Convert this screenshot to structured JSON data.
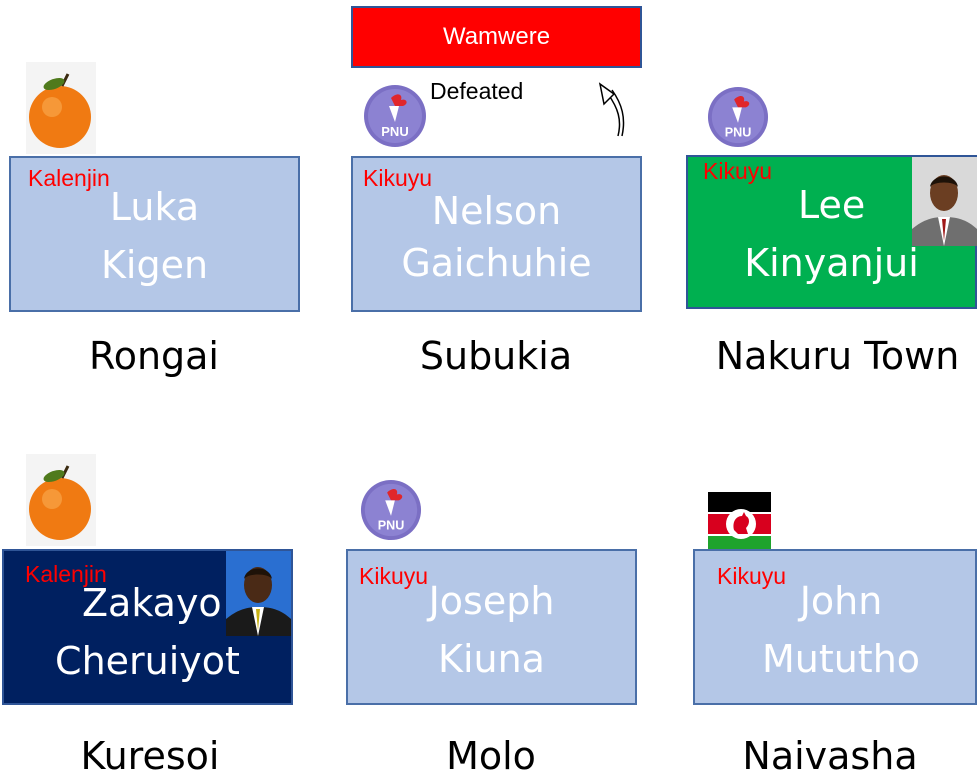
{
  "banner": {
    "label": "Wamwere"
  },
  "annotation": {
    "label": "Defeated"
  },
  "cards": [
    {
      "constituency": "Rongai",
      "candidate_line1": "Luka",
      "candidate_line2": "Kigen",
      "tribe": "Kalenjin",
      "party_icon": "orange-icon"
    },
    {
      "constituency": "Subukia",
      "candidate_line1": "Nelson",
      "candidate_line2": "Gaichuhie",
      "tribe": "Kikuyu",
      "party_icon": "pnu-logo-icon"
    },
    {
      "constituency": "Nakuru Town",
      "candidate_line1": "Lee",
      "candidate_line2": "Kinyanjui",
      "tribe": "Kikuyu",
      "party_icon": "pnu-logo-icon",
      "photo": "candidate-photo"
    },
    {
      "constituency": "Kuresoi",
      "candidate_line1": "Zakayo",
      "candidate_line2": "Cheruiyot",
      "tribe": "Kalenjin",
      "party_icon": "orange-icon",
      "photo": "candidate-photo"
    },
    {
      "constituency": "Molo",
      "candidate_line1": "Joseph",
      "candidate_line2": "Kiuna",
      "tribe": "Kikuyu",
      "party_icon": "pnu-logo-icon"
    },
    {
      "constituency": "Naivasha",
      "candidate_line1": "John",
      "candidate_line2": "Mututho",
      "tribe": "Kikuyu",
      "party_icon": "kanu-flag-icon"
    }
  ],
  "pnu_logo_text": "PNU",
  "colors": {
    "box_fill": "#b4c7e7",
    "winner_green": "#00b050",
    "winner_navy": "#002060",
    "tribe_text": "#ff0000",
    "banner": "#ff0000"
  }
}
